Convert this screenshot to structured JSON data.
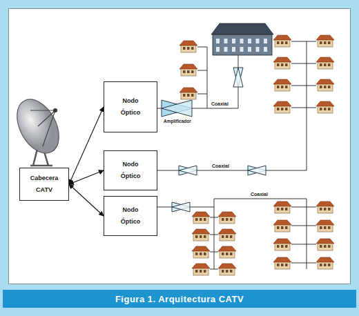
{
  "diagram": {
    "caption": "Figura 1. Arquitectura CATV",
    "nodes": [
      {
        "text": [
          "Cabecera CATV"
        ]
      },
      {
        "text": [
          "Nodo Óptico"
        ]
      },
      {
        "text": [
          "Nodo Óptico"
        ]
      },
      {
        "text": [
          "Nodo Óptico"
        ]
      }
    ],
    "edges": [
      {
        "from": 0,
        "to": 1,
        "arrow": "both"
      },
      {
        "from": 0,
        "to": 2,
        "arrow": "both"
      },
      {
        "from": 0,
        "to": 3,
        "arrow": "both"
      }
    ],
    "labels": [
      "Amplificador",
      "Coaxial",
      "Coaxial",
      "Coaxial"
    ]
  }
}
